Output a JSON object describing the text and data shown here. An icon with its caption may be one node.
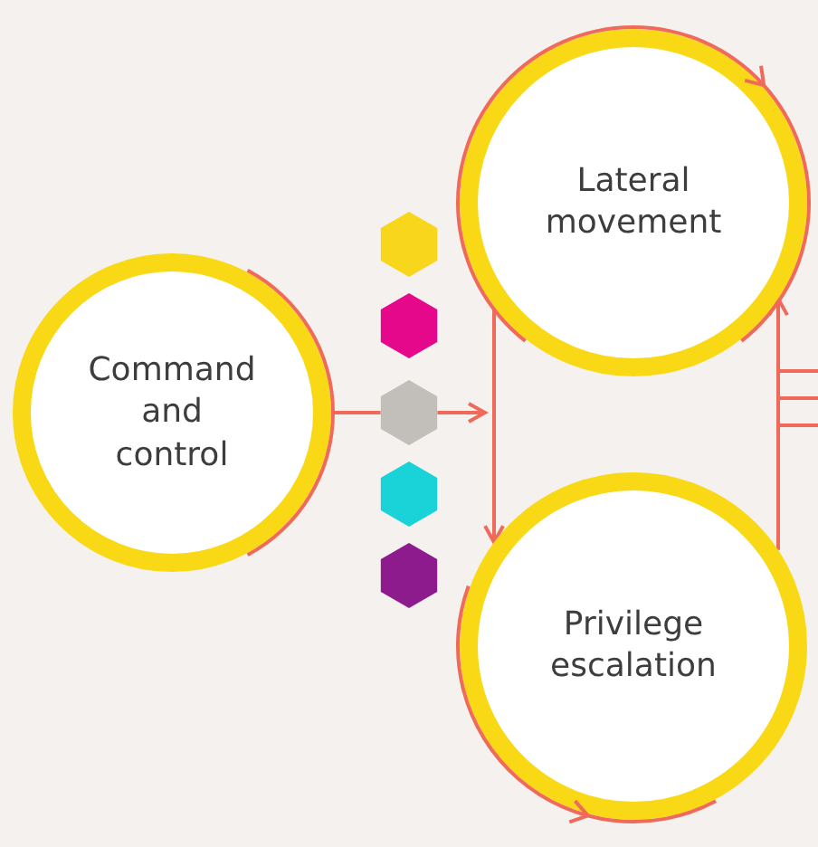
{
  "diagram": {
    "nodes": [
      {
        "text": [
          "Command and control"
        ]
      },
      {
        "text": [
          "Lateral movement"
        ]
      },
      {
        "text": [
          "Privilege escalation"
        ]
      },
      {
        "text": [],
        "shape": "hexagon"
      },
      {
        "text": [],
        "shape": "hexagon"
      },
      {
        "text": [],
        "shape": "hexagon"
      },
      {
        "text": [],
        "shape": "hexagon"
      },
      {
        "text": [],
        "shape": "hexagon"
      }
    ],
    "edges": [
      {
        "from": 0,
        "to": 5,
        "arrow": "none"
      },
      {
        "from": 5,
        "to": null,
        "arrow": "to"
      },
      {
        "from": 1,
        "to": 2,
        "arrow": "to"
      },
      {
        "from": 2,
        "to": 1,
        "arrow": "to"
      }
    ]
  }
}
